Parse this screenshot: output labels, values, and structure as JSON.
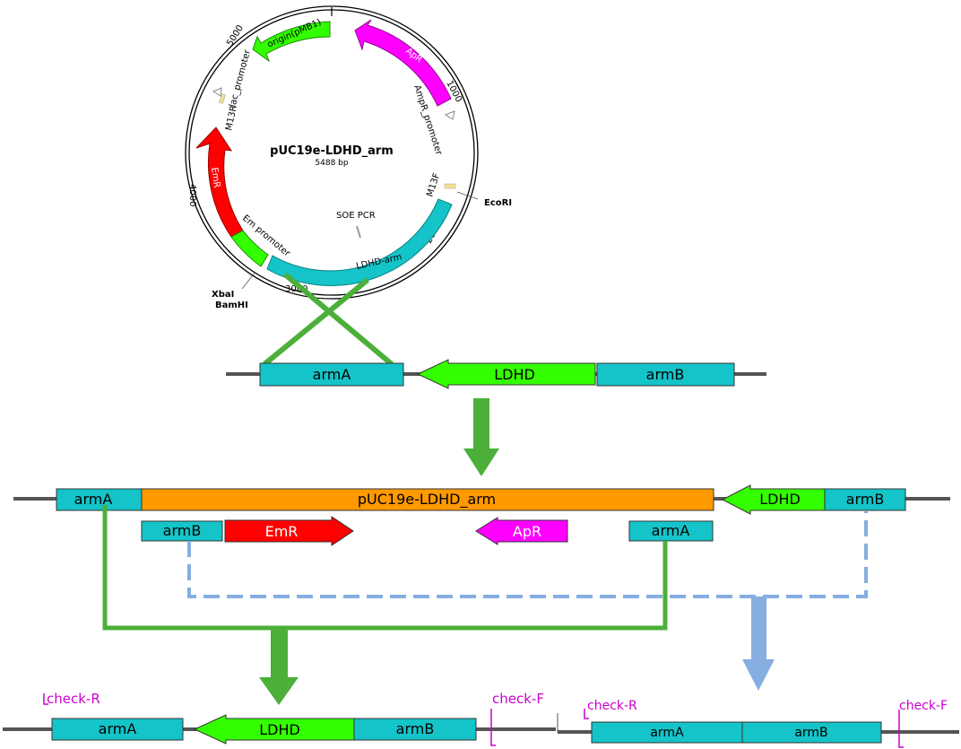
{
  "plasmid": {
    "name": "pUC19e-LDHD_arm",
    "size": "5488 bp",
    "features": {
      "origin": "origin(pMB1)",
      "apr": "ApR",
      "ampr_promoter": "AmpR_promoter",
      "lac_promoter": "lac_promoter",
      "m13r": "M13R",
      "m13f": "M13F",
      "emr": "EmR",
      "em_promoter": "Em promoter",
      "ldhd_arm": "LDHD-arm",
      "soe_pcr": "SOE PCR"
    },
    "sites": {
      "ecori": "EcoRI",
      "xbai": "XbaI",
      "bamhi": "BamHI"
    },
    "ticks": {
      "t1000": "1000",
      "t2000": "2000",
      "t3000": "3000",
      "t4000": "4000",
      "t5000": "5000"
    }
  },
  "genome": {
    "armA": "armA",
    "ldhd": "LDHD",
    "armB": "armB"
  },
  "integrated": {
    "armA": "armA",
    "plasmid": "pUC19e-LDHD_arm",
    "ldhd": "LDHD",
    "armB": "armB",
    "armB2": "armB",
    "emr": "EmR",
    "apr": "ApR",
    "armA2": "armA"
  },
  "result_left": {
    "check_r": "check-R",
    "check_f": "check-F",
    "armA": "armA",
    "ldhd": "LDHD",
    "armB": "armB"
  },
  "result_right": {
    "check_r": "check-R",
    "check_f": "check-F",
    "armA": "armA",
    "armB": "armB"
  },
  "colors": {
    "cyan": "#14C4C8",
    "green_gene": "#33FF00",
    "red": "#FF0000",
    "magenta": "#FF00FF",
    "orange": "#FF9900",
    "dark_green": "#4CAF3A",
    "light_blue": "#86AEE0",
    "backbone": "#555555",
    "label_magenta": "#CC00CC"
  }
}
